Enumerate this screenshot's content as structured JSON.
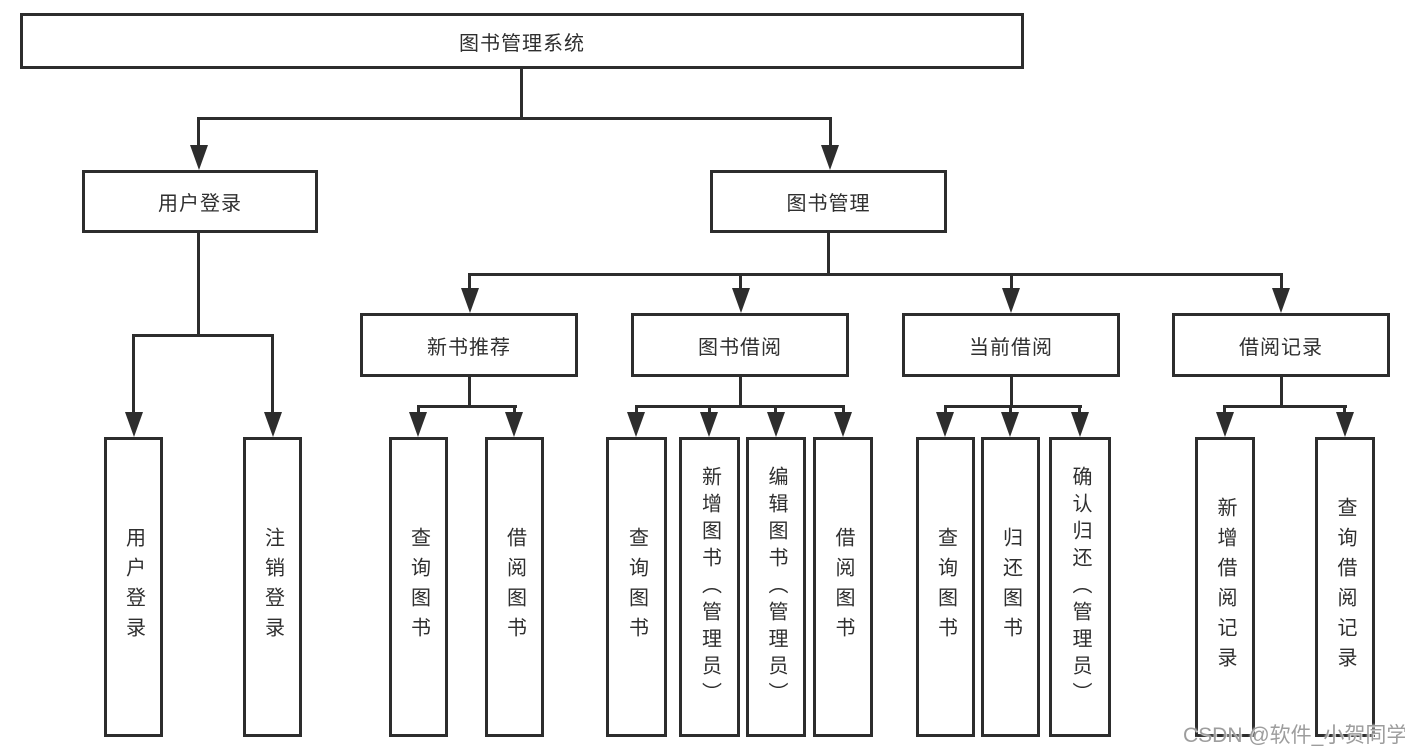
{
  "nodes": {
    "root": "图书管理系统",
    "user_login": "用户登录",
    "book_mgmt": "图书管理",
    "new_book_rec": "新书推荐",
    "book_borrow": "图书借阅",
    "current_borrow": "当前借阅",
    "borrow_records": "借阅记录",
    "leaf_user_login": "用户登录",
    "leaf_logout": "注销登录",
    "leaf_query_book_rec": "查询图书",
    "leaf_borrow_book_rec": "借阅图书",
    "leaf_query_book_borrow": "查询图书",
    "leaf_add_book": "新增图书（管理员）",
    "leaf_edit_book": "编辑图书（管理员）",
    "leaf_borrow_book_borrow": "借阅图书",
    "leaf_query_book_current": "查询图书",
    "leaf_return_book": "归还图书",
    "leaf_confirm_return": "确认归还（管理员）",
    "leaf_add_borrow_record": "新增借阅记录",
    "leaf_query_borrow_record": "查询借阅记录"
  },
  "watermark": "CSDN @软件_小贺同学",
  "colors": {
    "line": "#2d2d2d",
    "text": "#2f2f2f",
    "watermark": "#9d9d9d",
    "background": "#ffffff"
  }
}
